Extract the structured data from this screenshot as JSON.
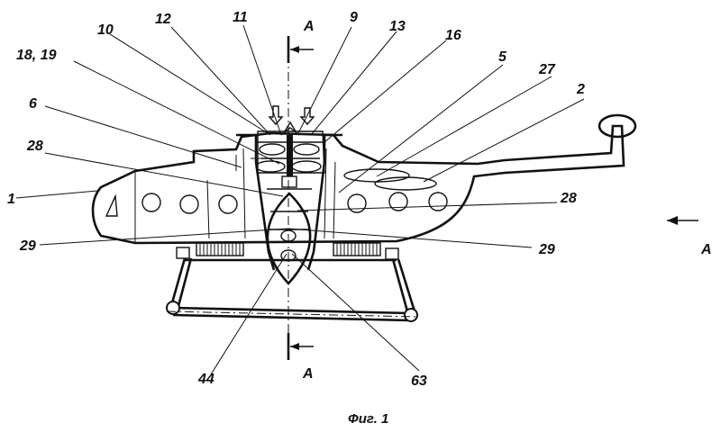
{
  "figure": {
    "caption": "Фиг. 1",
    "section_label": "A",
    "labels": {
      "l10": "10",
      "l12": "12",
      "l11": "11",
      "l9": "9",
      "l13": "13",
      "l16": "16",
      "l18_19": "18, 19",
      "l5": "5",
      "l27": "27",
      "l2": "2",
      "l6": "6",
      "l28_left": "28",
      "l28_right": "28",
      "l1": "1",
      "l29_left": "29",
      "l29_right": "29",
      "l44": "44",
      "l63": "63"
    }
  }
}
